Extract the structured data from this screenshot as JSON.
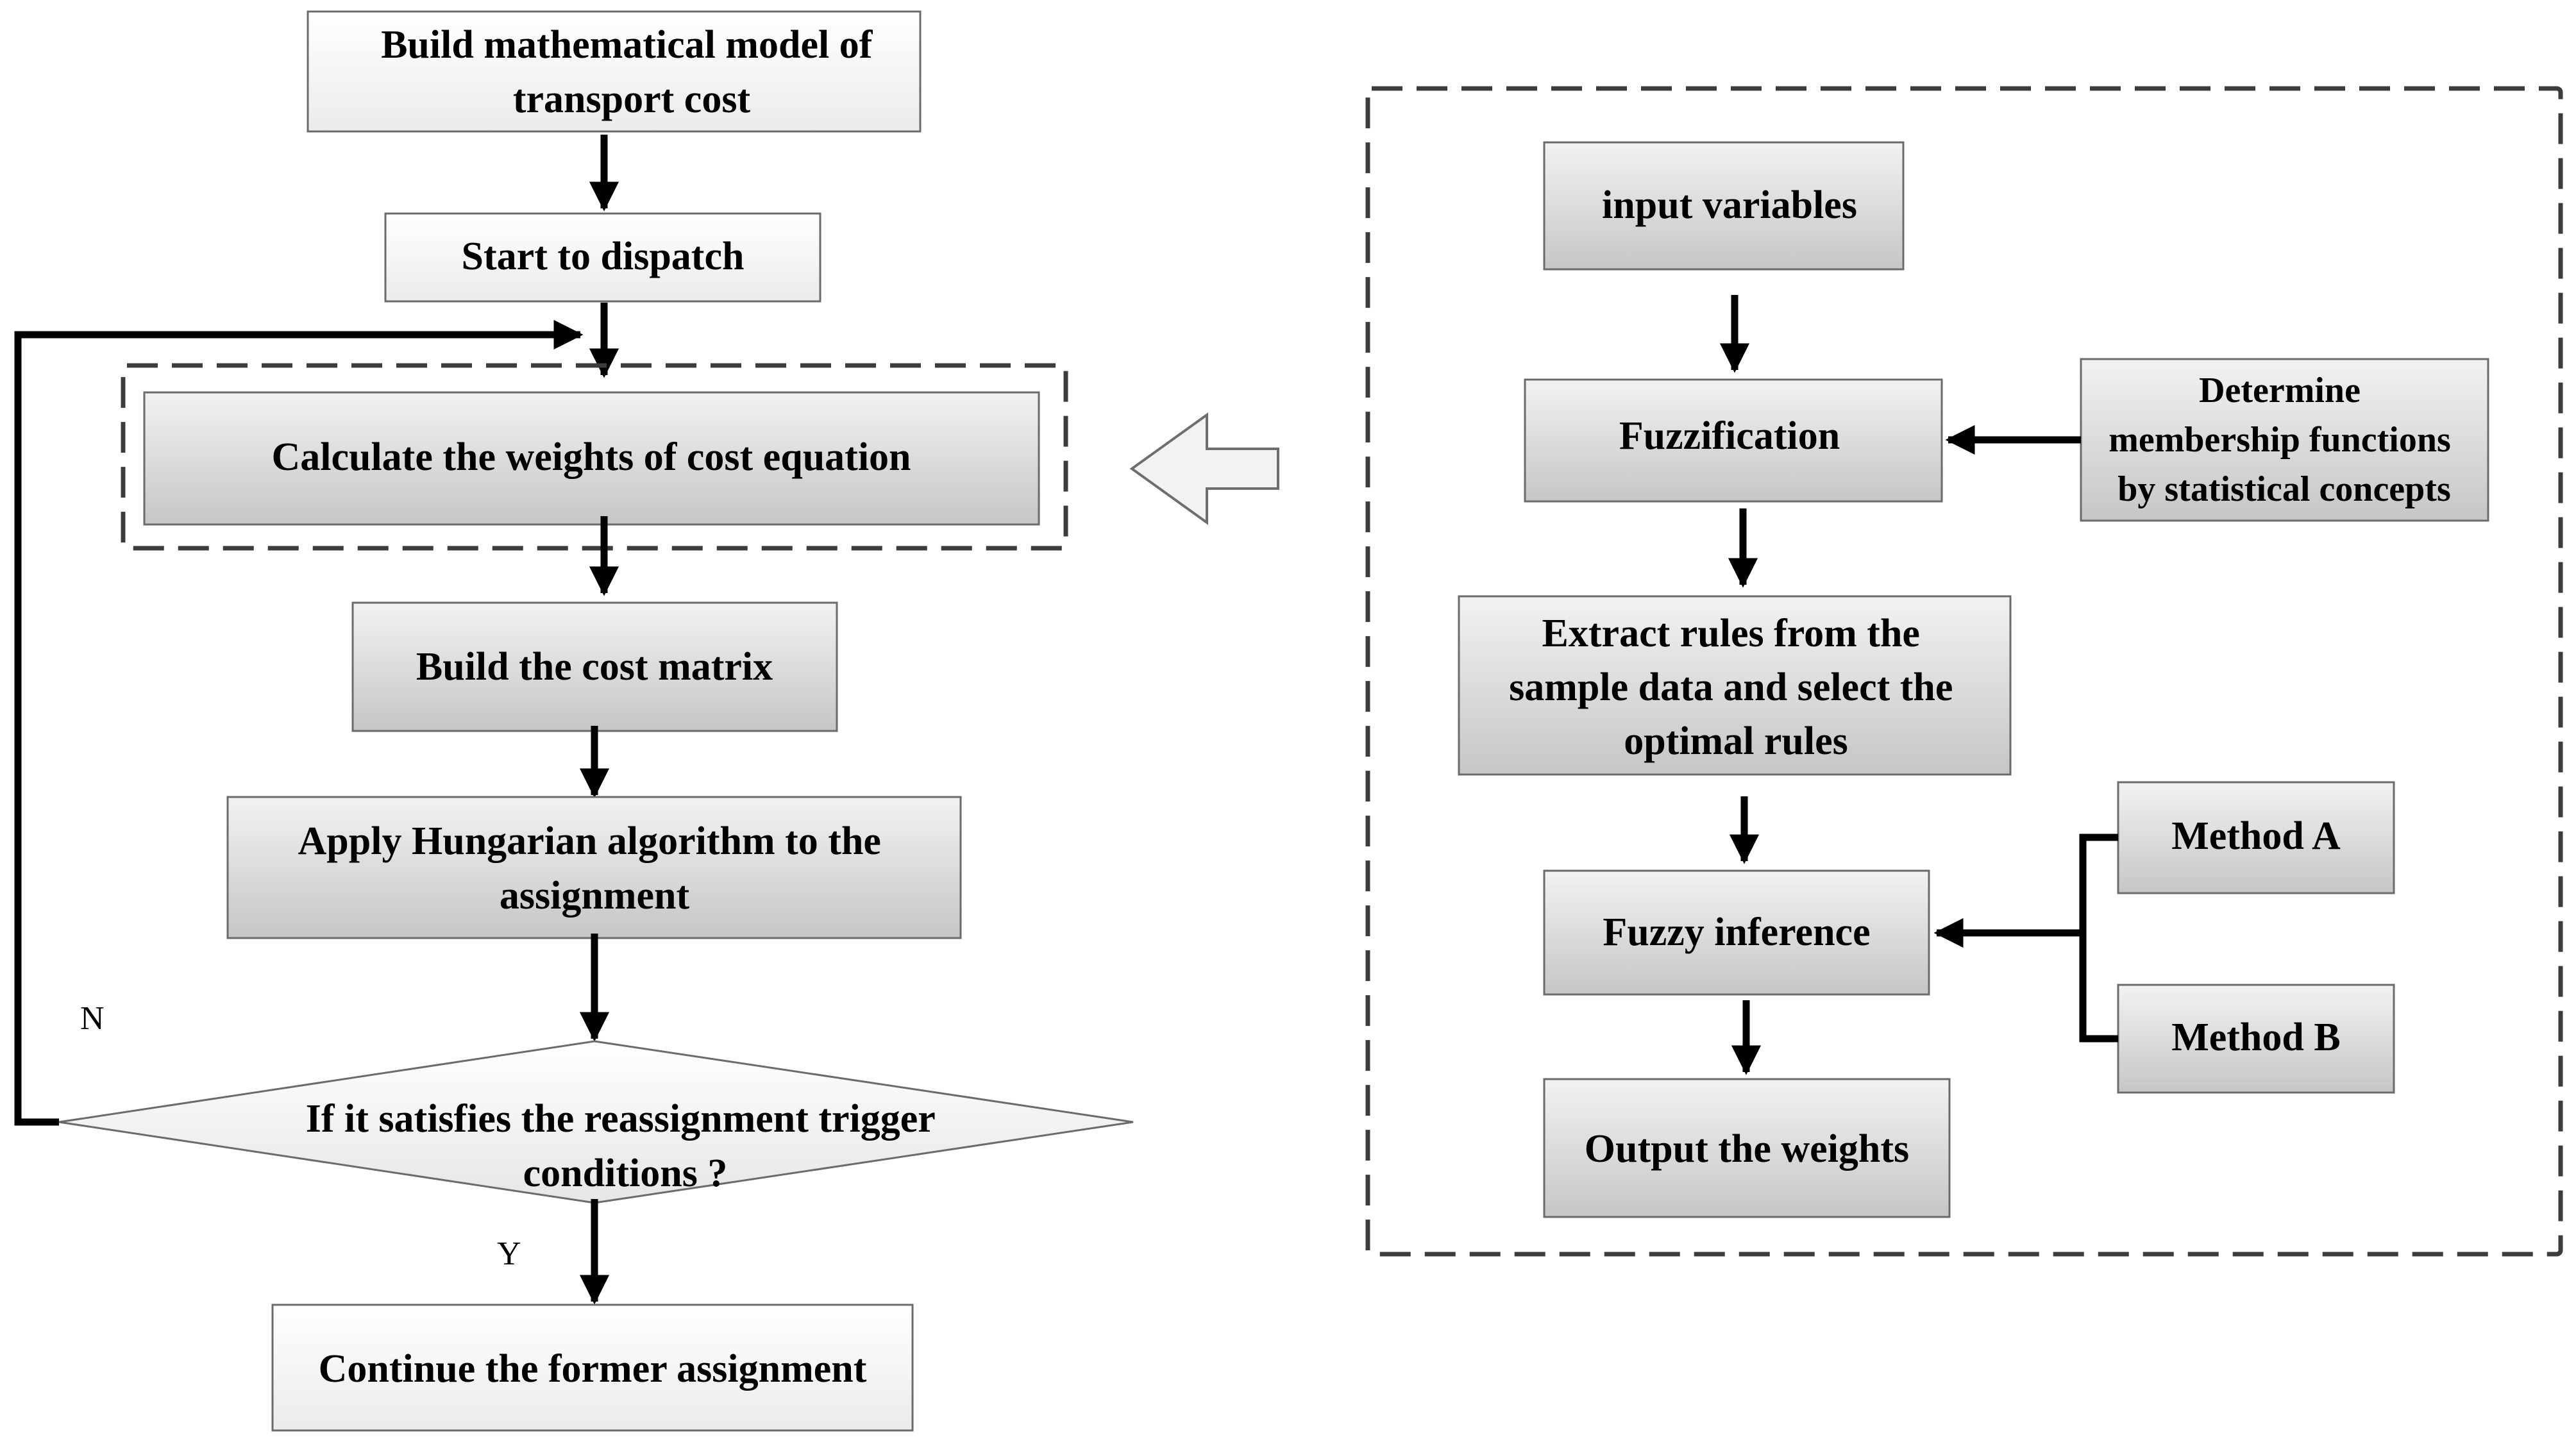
{
  "left_flow": {
    "build_model": [
      "Build mathematical model of",
      "transport cost"
    ],
    "start_dispatch": "Start to dispatch",
    "calc_weights": "Calculate the weights of cost equation",
    "cost_matrix": "Build the cost matrix",
    "hungarian": [
      "Apply Hungarian algorithm to the",
      "assignment"
    ],
    "decision": [
      "If it satisfies the reassignment trigger",
      "conditions ?"
    ],
    "continue": "Continue the former assignment",
    "label_no": "N",
    "label_yes": "Y"
  },
  "right_panel": {
    "input_vars": "input variables",
    "fuzzification": "Fuzzification",
    "membership": [
      "Determine",
      "membership functions",
      "by statistical concepts"
    ],
    "extract_rules": [
      "Extract rules from the",
      "sample data and select the",
      "optimal rules"
    ],
    "fuzzy_inference": "Fuzzy inference",
    "method_a": "Method A",
    "method_b": "Method B",
    "output_weights": "Output the weights"
  },
  "colors": {
    "box_gradient_light": "#f2f2f2",
    "box_gradient_dark": "#c8c8c8",
    "white_box_light": "#ffffff",
    "white_box_dark": "#ececec",
    "dashed_border": "#3c3c3c",
    "arrow": "#000000"
  }
}
